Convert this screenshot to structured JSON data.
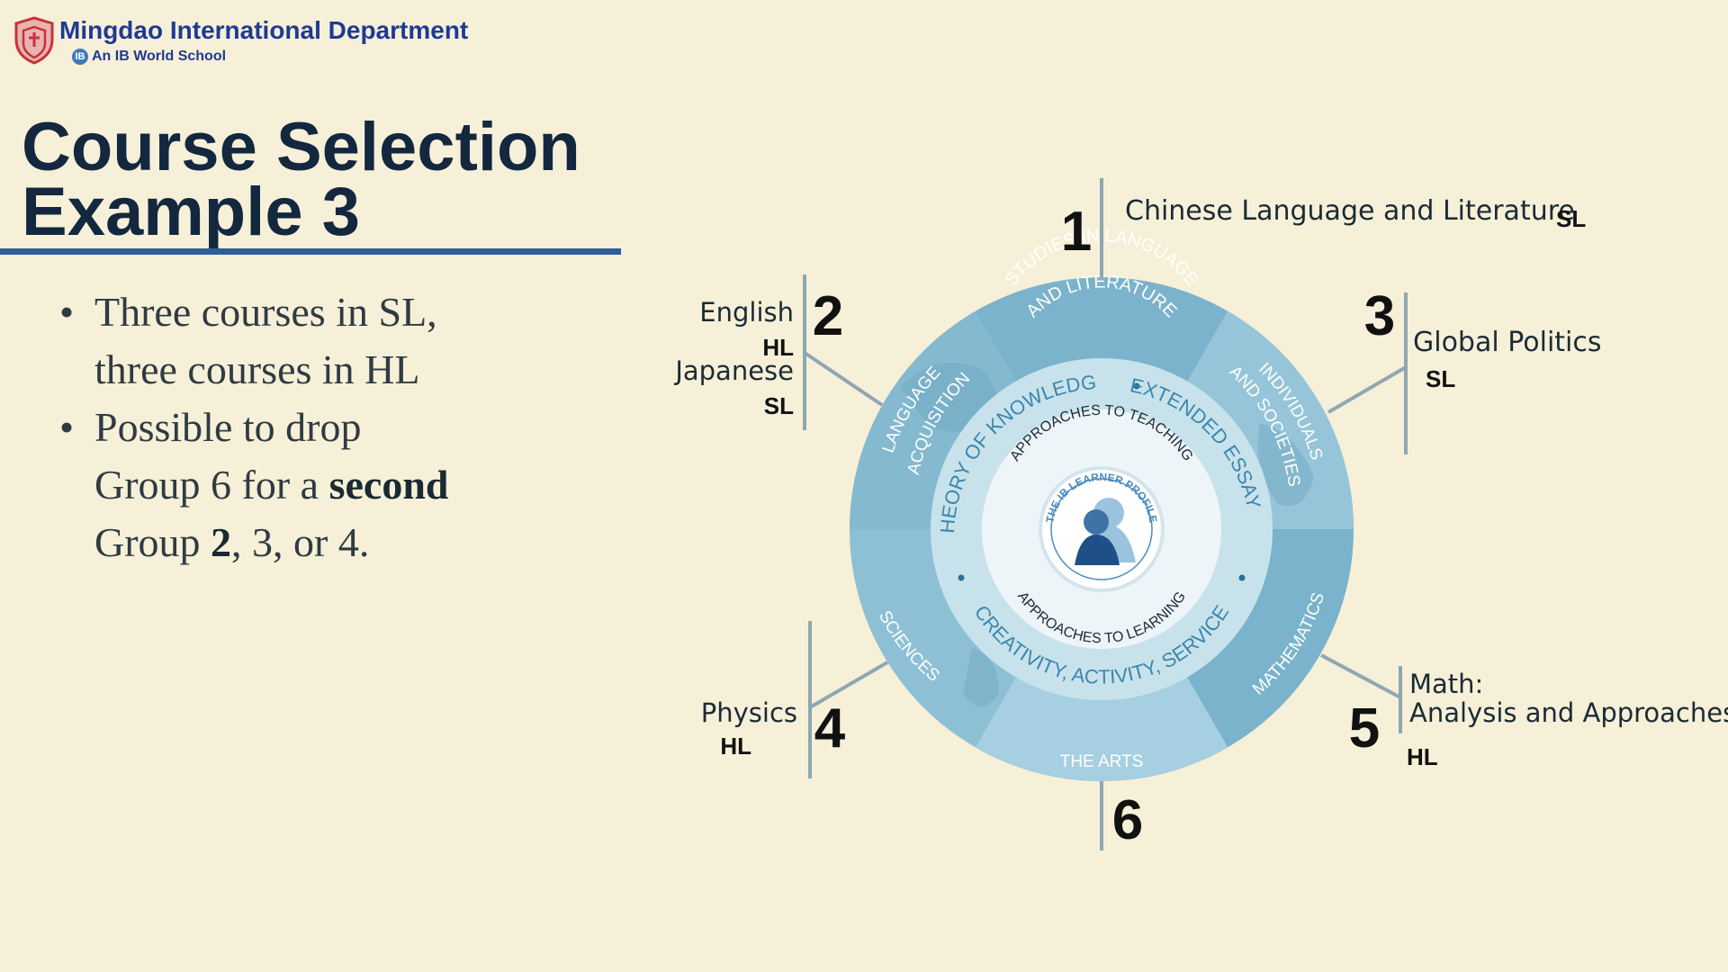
{
  "header": {
    "dept_name": "Mingdao International Department",
    "sub_name": "An IB World School",
    "ib_badge": "IB"
  },
  "title": {
    "line1": "Course Selection",
    "line2": "Example 3"
  },
  "bullets": [
    {
      "line1": "Three courses in SL,",
      "line2": "three courses in HL"
    },
    {
      "line1": "Possible to drop",
      "line2a": "Group 6 for a ",
      "line2b": "second",
      "line3a": "Group ",
      "line3b": "2",
      "line3c": ", 3, or 4."
    }
  ],
  "bullet_char": "•",
  "diagram": {
    "ring_labels": {
      "studies_line1": "STUDIES IN LANGUAGE",
      "studies_line2": "AND LITERATURE",
      "language_line1": "LANGUAGE",
      "language_line2": "ACQUISITION",
      "individuals_line1": "INDIVIDUALS",
      "individuals_line2": "AND SOCIETIES",
      "sciences": "SCIENCES",
      "mathematics": "MATHEMATICS",
      "arts": "THE ARTS"
    },
    "core_labels": {
      "tok": "THEORY OF KNOWLEDGE",
      "ee": "EXTENDED ESSAY",
      "cas": "CREATIVITY, ACTIVITY, SERVICE",
      "att": "APPROACHES TO TEACHING",
      "atl": "APPROACHES TO LEARNING",
      "profile": "THE IB LEARNER PROFILE"
    },
    "groups": [
      {
        "number": "1",
        "course": "Chinese Language and Literature",
        "level": "SL"
      },
      {
        "number": "2",
        "course_a": "English",
        "level_a": "HL",
        "course_b": "Japanese",
        "level_b": "SL"
      },
      {
        "number": "3",
        "course": "Global Politics",
        "level": "SL"
      },
      {
        "number": "4",
        "course": "Physics",
        "level": "HL"
      },
      {
        "number": "5",
        "course_line1": "Math:",
        "course_line2": "Analysis and Approaches",
        "level": "HL"
      },
      {
        "number": "6"
      }
    ]
  },
  "colors": {
    "background": "#f6f0d8",
    "outer_ring": "#86bcd3",
    "outer_ring_light": "#a6d0e1",
    "core_ring": "#c8e2ec",
    "inner_disc": "#eef5f8",
    "title_navy": "#13273f",
    "accent_blue": "#2f5d9a",
    "line_gray": "#8fa7b3"
  }
}
